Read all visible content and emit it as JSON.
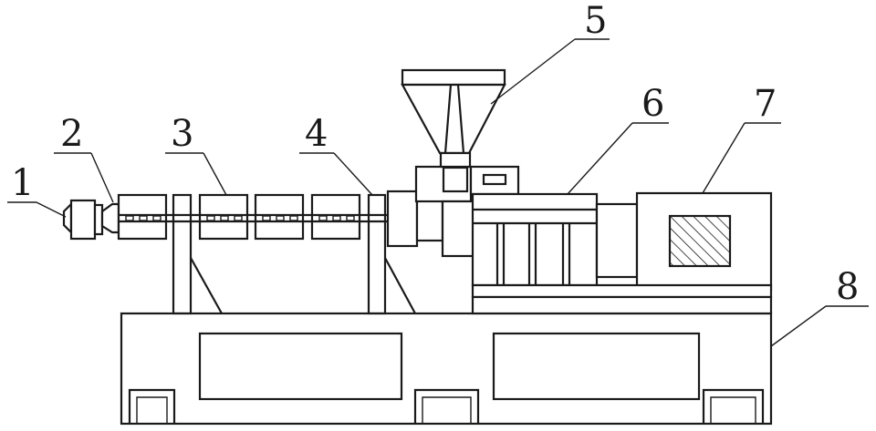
{
  "diagram": {
    "labels": {
      "l1": "1",
      "l2": "2",
      "l3": "3",
      "l4": "4",
      "l5": "5",
      "l6": "6",
      "l7": "7",
      "l8": "8"
    }
  }
}
